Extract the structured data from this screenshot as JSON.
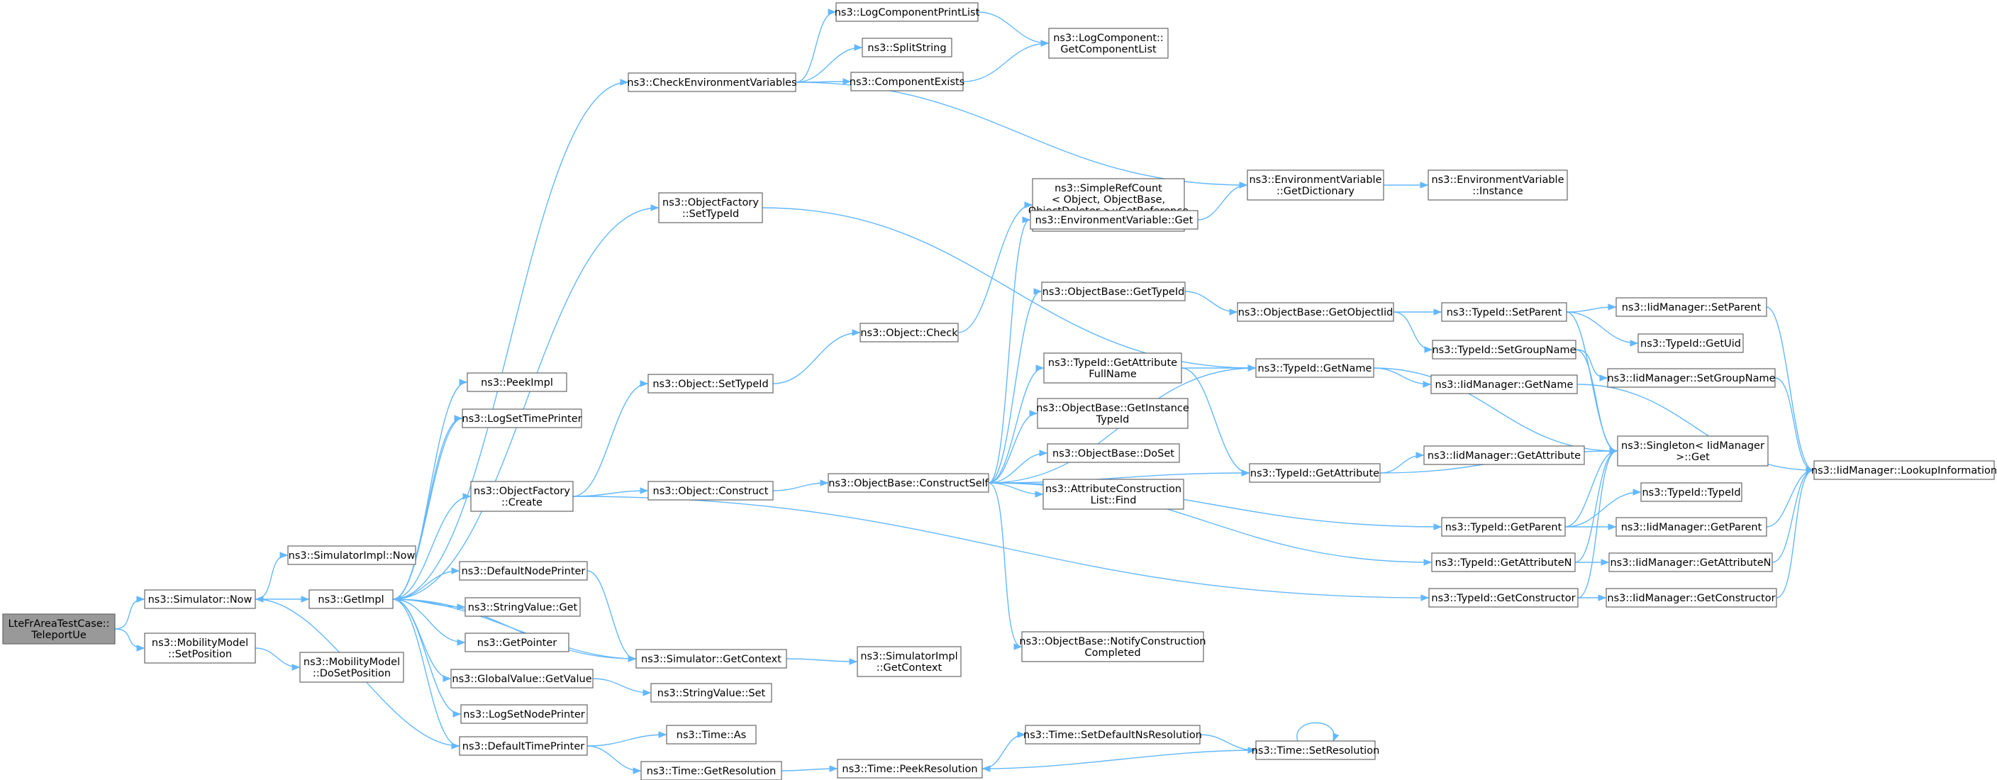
{
  "diagram": {
    "type": "call-graph",
    "colors": {
      "edge": "#63b8ff",
      "node_border": "#666666",
      "root_fill": "#999999",
      "node_fill": "#ffffff"
    },
    "nodes": [
      {
        "id": "root",
        "lines": [
          "LteFrAreaTestCase::",
          "TeleportUe"
        ],
        "root": true
      },
      {
        "id": "simNow",
        "lines": [
          "ns3::Simulator::Now"
        ]
      },
      {
        "id": "mobSetPos",
        "lines": [
          "ns3::MobilityModel",
          "::SetPosition"
        ]
      },
      {
        "id": "simImplNow",
        "lines": [
          "ns3::SimulatorImpl::Now"
        ]
      },
      {
        "id": "getImpl",
        "lines": [
          "ns3::GetImpl"
        ]
      },
      {
        "id": "mobDoSetPos",
        "lines": [
          "ns3::MobilityModel",
          "::DoSetPosition"
        ]
      },
      {
        "id": "peekImpl",
        "lines": [
          "ns3::PeekImpl"
        ]
      },
      {
        "id": "logSetTime",
        "lines": [
          "ns3::LogSetTimePrinter"
        ]
      },
      {
        "id": "ofCreate",
        "lines": [
          "ns3::ObjectFactory",
          "::Create"
        ]
      },
      {
        "id": "defNodePrinter",
        "lines": [
          "ns3::DefaultNodePrinter"
        ]
      },
      {
        "id": "strValGet",
        "lines": [
          "ns3::StringValue::Get"
        ]
      },
      {
        "id": "getPointer",
        "lines": [
          "ns3::GetPointer"
        ]
      },
      {
        "id": "globalGetValue",
        "lines": [
          "ns3::GlobalValue::GetValue"
        ]
      },
      {
        "id": "logSetNode",
        "lines": [
          "ns3::LogSetNodePrinter"
        ]
      },
      {
        "id": "defTimePrinter",
        "lines": [
          "ns3::DefaultTimePrinter"
        ]
      },
      {
        "id": "checkEnv",
        "lines": [
          "ns3::CheckEnvironmentVariables"
        ]
      },
      {
        "id": "ofSetTypeId",
        "lines": [
          "ns3::ObjectFactory",
          "::SetTypeId"
        ]
      },
      {
        "id": "objSetTypeId",
        "lines": [
          "ns3::Object::SetTypeId"
        ]
      },
      {
        "id": "objConstruct",
        "lines": [
          "ns3::Object::Construct"
        ]
      },
      {
        "id": "simGetContext",
        "lines": [
          "ns3::Simulator::GetContext"
        ]
      },
      {
        "id": "strValSet",
        "lines": [
          "ns3::StringValue::Set"
        ]
      },
      {
        "id": "timeAs",
        "lines": [
          "ns3::Time::As"
        ]
      },
      {
        "id": "timeGetRes",
        "lines": [
          "ns3::Time::GetResolution"
        ]
      },
      {
        "id": "logCompPrintList",
        "lines": [
          "ns3::LogComponentPrintList"
        ]
      },
      {
        "id": "splitString",
        "lines": [
          "ns3::SplitString"
        ]
      },
      {
        "id": "compExists",
        "lines": [
          "ns3::ComponentExists"
        ]
      },
      {
        "id": "objCheck",
        "lines": [
          "ns3::Object::Check"
        ]
      },
      {
        "id": "obConstructSelf",
        "lines": [
          "ns3::ObjectBase::ConstructSelf"
        ]
      },
      {
        "id": "simImplGetContext",
        "lines": [
          "ns3::SimulatorImpl",
          "::GetContext"
        ]
      },
      {
        "id": "timePeekRes",
        "lines": [
          "ns3::Time::PeekResolution"
        ]
      },
      {
        "id": "logCompGetList",
        "lines": [
          "ns3::LogComponent::",
          "GetComponentList"
        ]
      },
      {
        "id": "simpleRefCount",
        "lines": [
          "ns3::SimpleRefCount",
          "< Object, ObjectBase,",
          " ObjectDeleter >::GetReference",
          "Count"
        ]
      },
      {
        "id": "envVarGet",
        "lines": [
          "ns3::EnvironmentVariable::Get"
        ]
      },
      {
        "id": "obGetTypeId",
        "lines": [
          "ns3::ObjectBase::GetTypeId"
        ]
      },
      {
        "id": "tidGetAttrFullName",
        "lines": [
          "ns3::TypeId::GetAttribute",
          "FullName"
        ]
      },
      {
        "id": "obGetInstanceTypeId",
        "lines": [
          "ns3::ObjectBase::GetInstance",
          "TypeId"
        ]
      },
      {
        "id": "obDoSet",
        "lines": [
          "ns3::ObjectBase::DoSet"
        ]
      },
      {
        "id": "attrConstrListFind",
        "lines": [
          "ns3::AttributeConstruction",
          "List::Find"
        ]
      },
      {
        "id": "obNotifyConstr",
        "lines": [
          "ns3::ObjectBase::NotifyConstruction",
          "Completed"
        ]
      },
      {
        "id": "timeSetDefRes",
        "lines": [
          "ns3::Time::SetDefaultNsResolution"
        ]
      },
      {
        "id": "envGetDict",
        "lines": [
          "ns3::EnvironmentVariable",
          "::GetDictionary"
        ]
      },
      {
        "id": "obGetObjectIid",
        "lines": [
          "ns3::ObjectBase::GetObjectIid"
        ]
      },
      {
        "id": "tidGetName",
        "lines": [
          "ns3::TypeId::GetName"
        ]
      },
      {
        "id": "tidGetAttribute",
        "lines": [
          "ns3::TypeId::GetAttribute"
        ]
      },
      {
        "id": "timeSetRes",
        "lines": [
          "ns3::Time::SetResolution"
        ]
      },
      {
        "id": "envInstance",
        "lines": [
          "ns3::EnvironmentVariable",
          "::Instance"
        ]
      },
      {
        "id": "tidSetParent",
        "lines": [
          "ns3::TypeId::SetParent"
        ]
      },
      {
        "id": "tidSetGroupName",
        "lines": [
          "ns3::TypeId::SetGroupName"
        ]
      },
      {
        "id": "iidGetName",
        "lines": [
          "ns3::IidManager::GetName"
        ]
      },
      {
        "id": "iidGetAttribute",
        "lines": [
          "ns3::IidManager::GetAttribute"
        ]
      },
      {
        "id": "tidGetParent",
        "lines": [
          "ns3::TypeId::GetParent"
        ]
      },
      {
        "id": "tidGetAttributeN",
        "lines": [
          "ns3::TypeId::GetAttributeN"
        ]
      },
      {
        "id": "tidGetConstructor",
        "lines": [
          "ns3::TypeId::GetConstructor"
        ]
      },
      {
        "id": "singletonGet",
        "lines": [
          "ns3::Singleton< IidManager",
          " >::Get"
        ]
      },
      {
        "id": "iidSetParent",
        "lines": [
          "ns3::IidManager::SetParent"
        ]
      },
      {
        "id": "tidGetUid",
        "lines": [
          "ns3::TypeId::GetUid"
        ]
      },
      {
        "id": "iidSetGroupName",
        "lines": [
          "ns3::IidManager::SetGroupName"
        ]
      },
      {
        "id": "tidTypeId",
        "lines": [
          "ns3::TypeId::TypeId"
        ]
      },
      {
        "id": "iidGetParent",
        "lines": [
          "ns3::IidManager::GetParent"
        ]
      },
      {
        "id": "iidGetAttributeN",
        "lines": [
          "ns3::IidManager::GetAttributeN"
        ]
      },
      {
        "id": "iidGetConstructor",
        "lines": [
          "ns3::IidManager::GetConstructor"
        ]
      },
      {
        "id": "iidLookupInfo",
        "lines": [
          "ns3::IidManager::LookupInformation"
        ]
      }
    ],
    "edges": [
      [
        "root",
        "simNow"
      ],
      [
        "root",
        "mobSetPos"
      ],
      [
        "simNow",
        "simImplNow"
      ],
      [
        "simNow",
        "getImpl"
      ],
      [
        "mobSetPos",
        "mobDoSetPos"
      ],
      [
        "getImpl",
        "peekImpl"
      ],
      [
        "getImpl",
        "logSetTime"
      ],
      [
        "getImpl",
        "ofCreate"
      ],
      [
        "getImpl",
        "defNodePrinter"
      ],
      [
        "getImpl",
        "strValGet"
      ],
      [
        "getImpl",
        "getPointer"
      ],
      [
        "getImpl",
        "globalGetValue"
      ],
      [
        "getImpl",
        "logSetNode"
      ],
      [
        "getImpl",
        "defTimePrinter"
      ],
      [
        "getImpl",
        "checkEnv"
      ],
      [
        "getImpl",
        "ofSetTypeId"
      ],
      [
        "getImpl",
        "simGetContext"
      ],
      [
        "logSetTime",
        "getImpl"
      ],
      [
        "defNodePrinter",
        "simGetContext"
      ],
      [
        "defTimePrinter",
        "simNow"
      ],
      [
        "ofCreate",
        "objSetTypeId"
      ],
      [
        "ofCreate",
        "objConstruct"
      ],
      [
        "ofCreate",
        "tidGetConstructor"
      ],
      [
        "globalGetValue",
        "strValSet"
      ],
      [
        "defTimePrinter",
        "timeAs"
      ],
      [
        "defTimePrinter",
        "timeGetRes"
      ],
      [
        "checkEnv",
        "logCompPrintList"
      ],
      [
        "checkEnv",
        "splitString"
      ],
      [
        "checkEnv",
        "compExists"
      ],
      [
        "checkEnv",
        "envGetDict"
      ],
      [
        "ofSetTypeId",
        "tidGetName"
      ],
      [
        "objSetTypeId",
        "objCheck"
      ],
      [
        "objConstruct",
        "obConstructSelf"
      ],
      [
        "simGetContext",
        "simImplGetContext"
      ],
      [
        "simGetContext",
        "getImpl"
      ],
      [
        "timeGetRes",
        "timePeekRes"
      ],
      [
        "logCompPrintList",
        "logCompGetList"
      ],
      [
        "compExists",
        "logCompGetList"
      ],
      [
        "objCheck",
        "simpleRefCount"
      ],
      [
        "obConstructSelf",
        "envVarGet"
      ],
      [
        "obConstructSelf",
        "obGetTypeId"
      ],
      [
        "obConstructSelf",
        "tidGetName"
      ],
      [
        "obConstructSelf",
        "tidGetAttrFullName"
      ],
      [
        "obConstructSelf",
        "obGetInstanceTypeId"
      ],
      [
        "obConstructSelf",
        "obDoSet"
      ],
      [
        "obConstructSelf",
        "attrConstrListFind"
      ],
      [
        "obConstructSelf",
        "tidGetAttribute"
      ],
      [
        "obConstructSelf",
        "tidGetParent"
      ],
      [
        "obConstructSelf",
        "tidGetAttributeN"
      ],
      [
        "obConstructSelf",
        "obNotifyConstr"
      ],
      [
        "timePeekRes",
        "timeSetDefRes"
      ],
      [
        "envVarGet",
        "envGetDict"
      ],
      [
        "obGetTypeId",
        "obGetObjectIid"
      ],
      [
        "tidGetAttrFullName",
        "tidGetName"
      ],
      [
        "tidGetAttrFullName",
        "tidGetAttribute"
      ],
      [
        "timeSetDefRes",
        "timeSetRes"
      ],
      [
        "timeSetRes",
        "timePeekRes"
      ],
      [
        "timeSetRes",
        "timeSetRes"
      ],
      [
        "envGetDict",
        "envInstance"
      ],
      [
        "obGetObjectIid",
        "tidSetParent"
      ],
      [
        "obGetObjectIid",
        "tidSetGroupName"
      ],
      [
        "tidGetName",
        "iidGetName"
      ],
      [
        "tidGetName",
        "singletonGet"
      ],
      [
        "tidGetAttribute",
        "iidGetAttribute"
      ],
      [
        "tidGetAttribute",
        "singletonGet"
      ],
      [
        "tidSetParent",
        "iidSetParent"
      ],
      [
        "tidSetParent",
        "tidGetUid"
      ],
      [
        "tidSetParent",
        "singletonGet"
      ],
      [
        "tidSetGroupName",
        "iidSetGroupName"
      ],
      [
        "tidSetGroupName",
        "singletonGet"
      ],
      [
        "iidGetName",
        "iidLookupInfo"
      ],
      [
        "tidGetParent",
        "tidTypeId"
      ],
      [
        "tidGetParent",
        "iidGetParent"
      ],
      [
        "tidGetParent",
        "singletonGet"
      ],
      [
        "tidGetAttributeN",
        "iidGetAttributeN"
      ],
      [
        "tidGetAttributeN",
        "singletonGet"
      ],
      [
        "tidGetConstructor",
        "iidGetConstructor"
      ],
      [
        "tidGetConstructor",
        "singletonGet"
      ],
      [
        "iidSetParent",
        "iidLookupInfo"
      ],
      [
        "iidSetGroupName",
        "iidLookupInfo"
      ],
      [
        "iidGetParent",
        "iidLookupInfo"
      ],
      [
        "iidGetAttributeN",
        "iidLookupInfo"
      ],
      [
        "iidGetConstructor",
        "iidLookupInfo"
      ]
    ]
  }
}
